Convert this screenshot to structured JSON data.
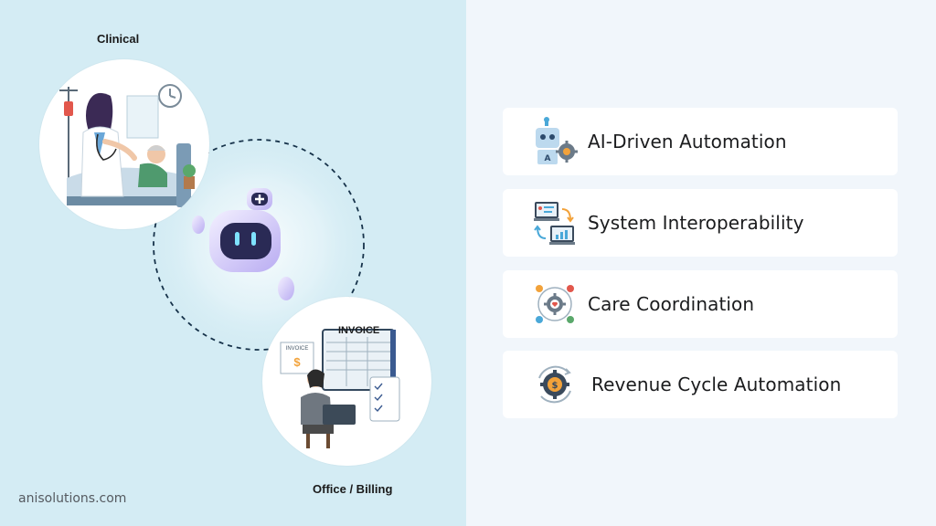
{
  "left": {
    "clinical_label": "Clinical",
    "office_label": "Office / Billing",
    "invoice_header": "INVOICE",
    "invoice_small": "INVOICE",
    "invoice_symbol": "$",
    "site": "anisolutions.com"
  },
  "features": [
    {
      "label": "AI-Driven Automation",
      "icon": "robot-gear-icon"
    },
    {
      "label": "System Interoperability",
      "icon": "sync-screens-icon"
    },
    {
      "label": "Care Coordination",
      "icon": "team-gear-heart-icon"
    },
    {
      "label": "Revenue Cycle Automation",
      "icon": "dollar-gear-cycle-icon"
    }
  ],
  "colors": {
    "left_bg": "#d4ecf4",
    "right_bg": "#f1f6fb",
    "robot_purple": "#8f7fe8",
    "robot_dark": "#2a2a55",
    "accent_blue": "#4aa8d8",
    "accent_orange": "#f2a23a"
  }
}
